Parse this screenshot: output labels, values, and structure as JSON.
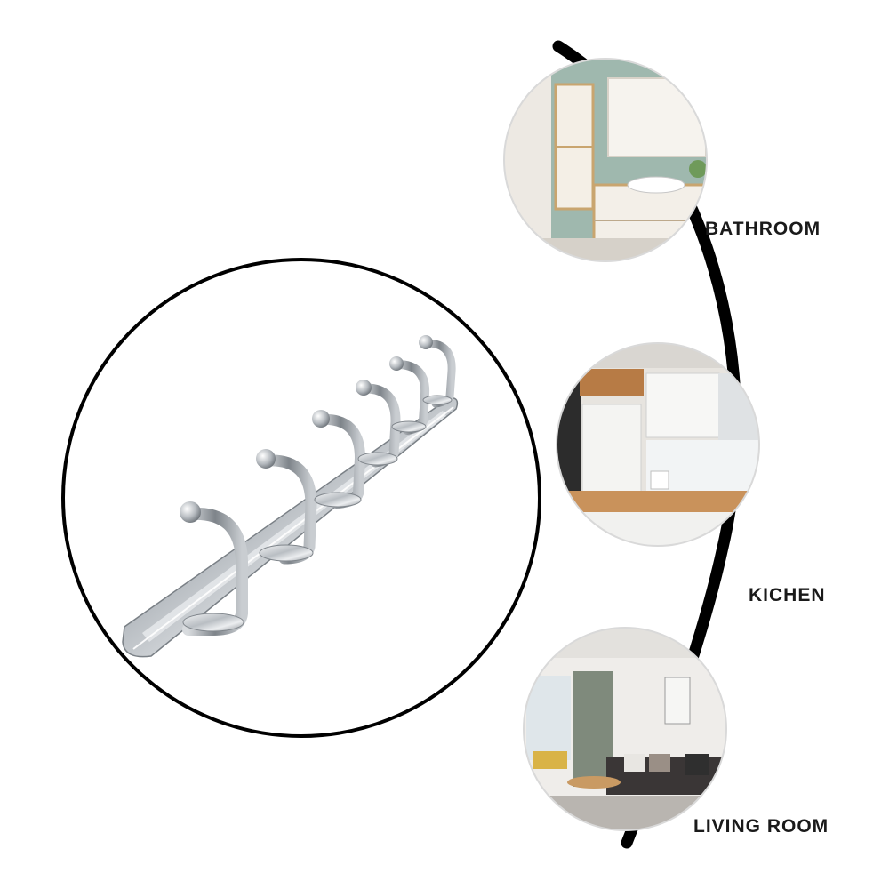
{
  "labels": {
    "bathroom": "BATHROOM",
    "kitchen": "KICHEN",
    "living_room": "LIVING ROOM"
  },
  "images": {
    "main": "wall-hook-rail-photo",
    "bathroom": "bathroom-photo",
    "kitchen": "kitchen-photo",
    "living_room": "living-room-photo"
  },
  "colors": {
    "background": "#ffffff",
    "line": "#000000",
    "text": "#1a1a1a",
    "steel": "#c8ccd0"
  }
}
